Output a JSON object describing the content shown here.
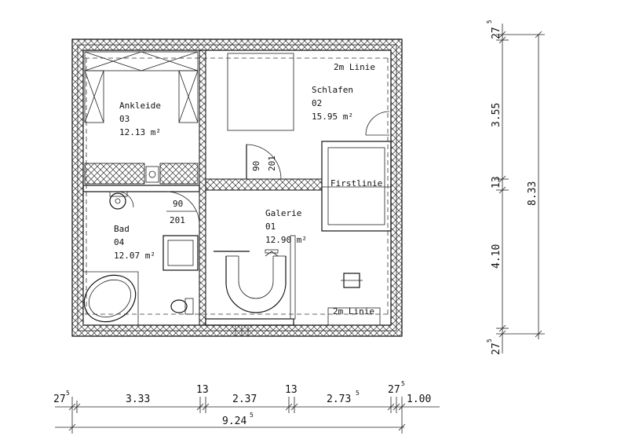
{
  "rooms": {
    "ankleide": {
      "name": "Ankleide",
      "number": "03",
      "area": "12.13 m²"
    },
    "schlafen": {
      "name": "Schlafen",
      "number": "02",
      "area": "15.95 m²"
    },
    "galerie": {
      "name": "Galerie",
      "number": "01",
      "area": "12.90 m²"
    },
    "bad": {
      "name": "Bad",
      "number": "04",
      "area": "12.07 m²"
    }
  },
  "labels": {
    "line_top": "2m Linie",
    "line_bottom": "2m Linie",
    "firstlinie": "Firstlinie",
    "door_a_w": "90",
    "door_a_h": "201",
    "door_b_w": "90",
    "door_b_h": "201"
  },
  "dims_bottom": {
    "seg1": "27",
    "seg1_sup": "5",
    "seg2": "3.33",
    "seg3": "13",
    "seg4": "2.37",
    "seg5": "13",
    "seg6": "2.73",
    "seg6_sup": "5",
    "seg7": "27",
    "seg7_sup": "5",
    "seg8": "1.00",
    "total": "9.24",
    "total_sup": "5"
  },
  "dims_right": {
    "top": "27",
    "top_sup": "5",
    "a": "3.55",
    "b": "13",
    "c": "4.10",
    "bottom": "27",
    "bottom_sup": "5",
    "total": "8.33"
  }
}
